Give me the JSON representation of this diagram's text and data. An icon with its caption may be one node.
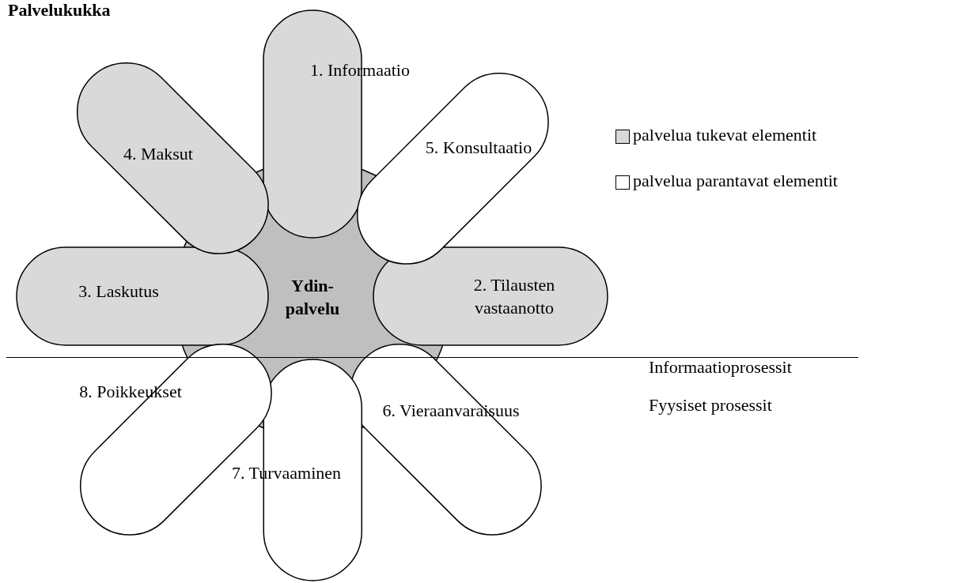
{
  "diagram": {
    "title": "Palvelukukka",
    "nodes": [
      {
        "text": [
          "Ydin-palvelu"
        ]
      },
      {
        "text": [
          "1. Informaatio"
        ]
      },
      {
        "text": [
          "2. Tilausten vastaanotto"
        ]
      },
      {
        "text": [
          "3. Laskutus"
        ]
      },
      {
        "text": [
          "4. Maksut"
        ]
      },
      {
        "text": [
          "5. Konsultaatio"
        ]
      },
      {
        "text": [
          "6. Vieraanvaraisuus"
        ]
      },
      {
        "text": [
          "7. Turvaaminen"
        ]
      },
      {
        "text": [
          "8. Poikkeukset"
        ]
      }
    ],
    "labels": [
      "Informaatioprosessit",
      "Fyysiset prosessit"
    ],
    "legend": [
      {
        "text": "palvelua tukevat elementit",
        "color": "#d9d9d9"
      },
      {
        "text": "palvelua parantavat elementit",
        "color": "#ffffff"
      }
    ]
  }
}
